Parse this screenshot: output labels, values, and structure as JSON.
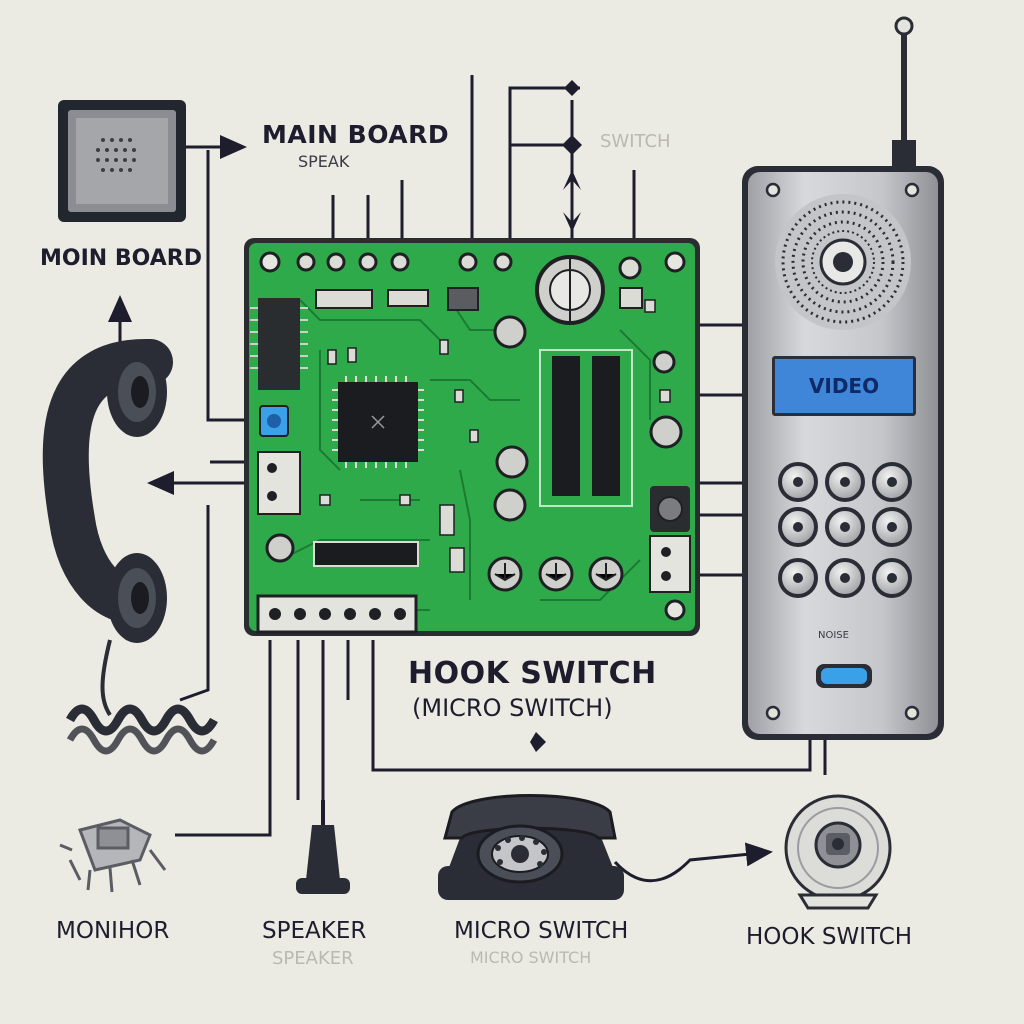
{
  "labels": {
    "main_board_top": "MAIN BOARD",
    "speak_sub": "SPEAK",
    "switch_top": "SWITCH",
    "moin_board": "MOIN BOARD",
    "hook_switch_center": "HOOK SWITCH",
    "micro_switch_center": "(MICRO SWITCH)",
    "monitor": "MONIHOR",
    "speaker": "SPEAKER",
    "speaker_faded": "SPEAKER",
    "micro_switch_bottom": "MICRO SWITCH",
    "micro_switch_faded": "MICRO SWITCH",
    "hook_switch_bottom": "HOOK SWITCH",
    "handset_label": "NOISE"
  },
  "handset": {
    "display_text": "VIDEO"
  },
  "colors": {
    "pcb": "#2faa4a",
    "pcb_dark": "#1b7a33",
    "panel": "#c9cacd",
    "display": "#3f86d9",
    "accent": "#3aa0e8",
    "line": "#1d1d2e"
  }
}
